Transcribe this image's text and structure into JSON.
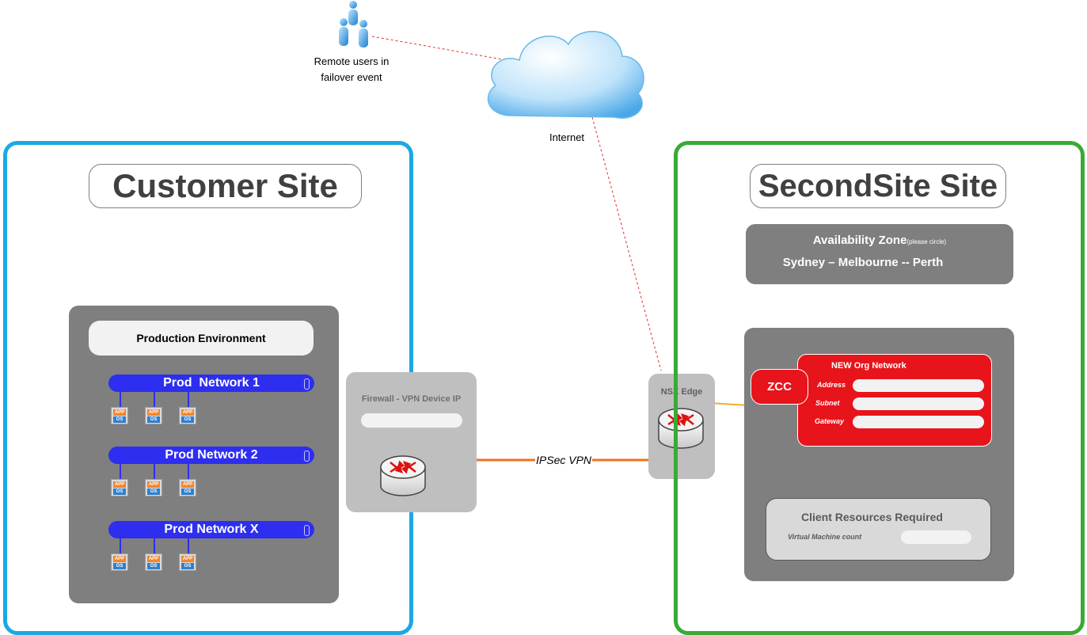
{
  "remote_users": {
    "label_line1": "Remote users in",
    "label_line2": "failover event"
  },
  "internet": {
    "label": "Internet"
  },
  "customer_site": {
    "title": "Customer Site",
    "production_environment": "Production Environment",
    "networks": [
      {
        "name": "Prod  Network 1"
      },
      {
        "name": "Prod Network 2"
      },
      {
        "name": "Prod Network X"
      }
    ],
    "vm_app_label": "APP",
    "vm_os_label": "OS"
  },
  "firewall": {
    "label": "Firewall - VPN Device IP"
  },
  "vpn_link": {
    "label": "IPSec VPN"
  },
  "nsx_edge": {
    "label": "NSX Edge"
  },
  "secondsite_site": {
    "title": "SecondSite Site",
    "availability_zone": {
      "label": "Availability Zone",
      "note": "(please circle)",
      "options": "Sydney – Melbourne -- Perth"
    },
    "zcc": "ZCC",
    "org_network": {
      "title": "NEW Org Network",
      "fields": [
        "Address",
        "Subnet",
        "Gateway"
      ]
    },
    "client_resources": {
      "title": "Client Resources Required",
      "vm_count_label": "Virtual Machine count"
    }
  },
  "colors": {
    "customer_border": "#1aa9e1",
    "secondsite_border": "#3aaa35",
    "network_bar": "#2e2ef0",
    "vpn_line": "#f07020",
    "internet_link": "#e03030",
    "zcc_link": "#f0b020",
    "zcc_red": "#e8141b"
  }
}
